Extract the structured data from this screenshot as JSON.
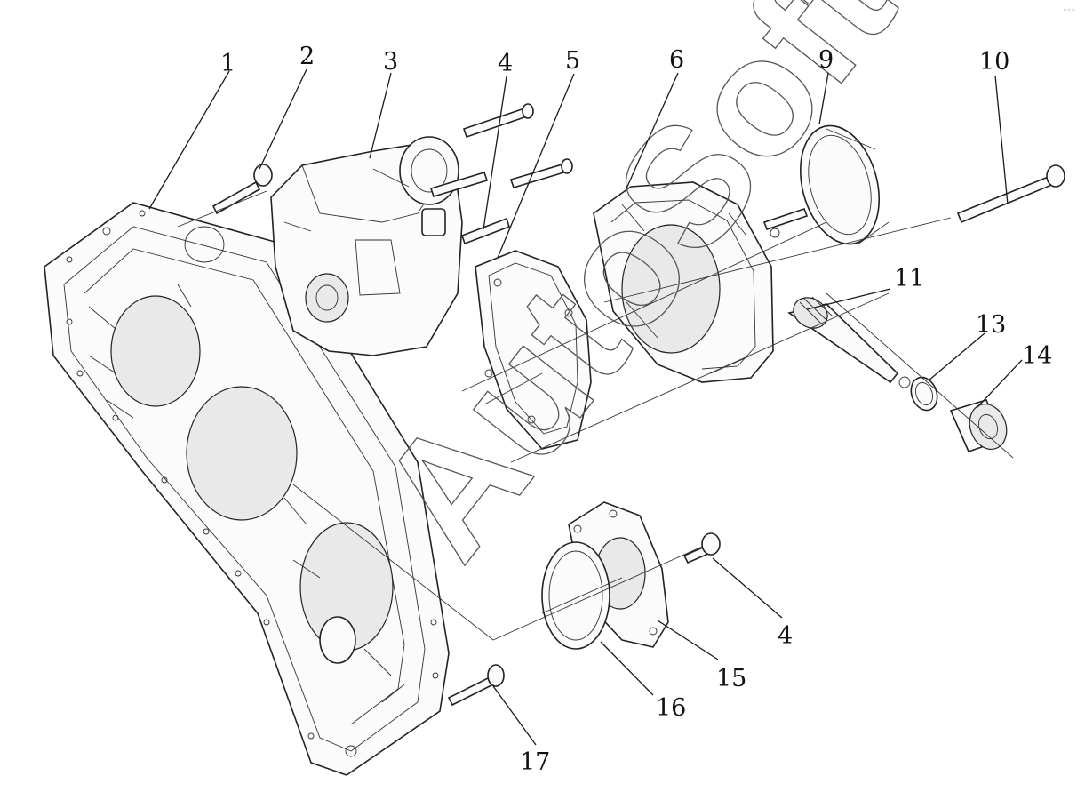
{
  "watermark": "AutoSoft",
  "callouts": [
    {
      "id": "c1",
      "label": "1"
    },
    {
      "id": "c2",
      "label": "2"
    },
    {
      "id": "c3",
      "label": "3"
    },
    {
      "id": "c4a",
      "label": "4"
    },
    {
      "id": "c5",
      "label": "5"
    },
    {
      "id": "c6",
      "label": "6"
    },
    {
      "id": "c9",
      "label": "9"
    },
    {
      "id": "c10",
      "label": "10"
    },
    {
      "id": "c11",
      "label": "11"
    },
    {
      "id": "c13",
      "label": "13"
    },
    {
      "id": "c14",
      "label": "14"
    },
    {
      "id": "c4b",
      "label": "4"
    },
    {
      "id": "c15",
      "label": "15"
    },
    {
      "id": "c16",
      "label": "16"
    },
    {
      "id": "c17",
      "label": "17"
    }
  ]
}
